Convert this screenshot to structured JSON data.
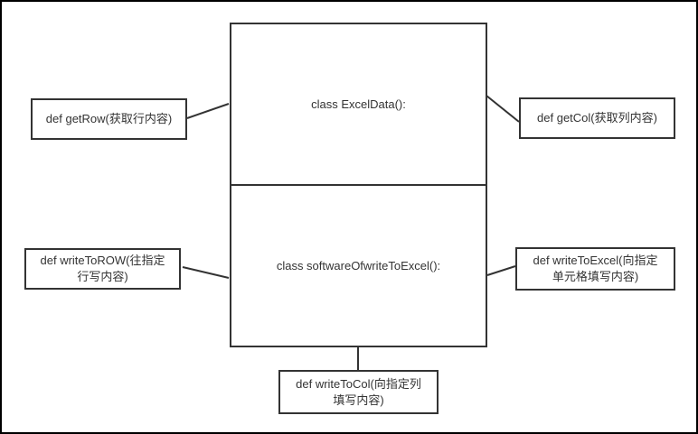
{
  "canvas": {
    "background_color": "#ffffff",
    "frame_color": "#000000"
  },
  "style": {
    "node_fill": "#ffffff",
    "node_border_color": "#333333",
    "text_color": "#333333",
    "connector_color": "#333333"
  },
  "diagram": {
    "class_top": {
      "label": "class ExcelData():"
    },
    "class_bottom": {
      "label": "class softwareOfwriteToExcel():"
    },
    "method_get_row": {
      "label": "def getRow(获取行内容)"
    },
    "method_get_col": {
      "label": "def getCol(获取列内容)"
    },
    "method_write_to_row": {
      "line1": "def writeToROW(往指定",
      "line2": "行写内容)"
    },
    "method_write_to_excel": {
      "line1": "def writeToExcel(向指定",
      "line2": "单元格填写内容)"
    },
    "method_write_to_col": {
      "line1": "def writeToCol(向指定列",
      "line2": "填写内容)"
    }
  }
}
